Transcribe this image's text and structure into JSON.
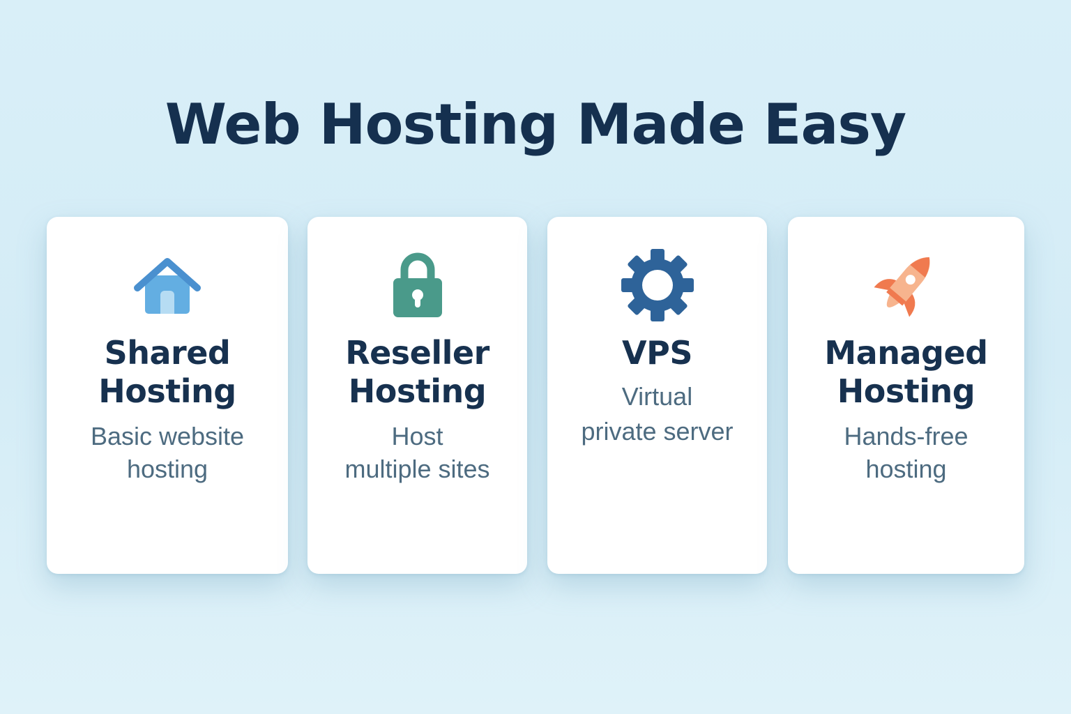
{
  "title": "Web Hosting Made Easy",
  "colors": {
    "title": "#15304f",
    "card_title": "#17314f",
    "card_desc": "#4d6b80",
    "house_icon": "#5aa6dd",
    "lock_icon": "#4a9a8a",
    "gear_icon": "#2e6399",
    "rocket_icon": "#f07a4f"
  },
  "cards": [
    {
      "icon": "house-icon",
      "title_lines": [
        "Shared",
        "Hosting"
      ],
      "desc_lines": [
        "Basic website",
        "hosting"
      ]
    },
    {
      "icon": "lock-icon",
      "title_lines": [
        "Reseller",
        "Hosting"
      ],
      "desc_lines": [
        "Host",
        "multiple sites"
      ]
    },
    {
      "icon": "gear-icon",
      "title_lines": [
        "VPS"
      ],
      "desc_lines": [
        "Virtual",
        "private server"
      ]
    },
    {
      "icon": "rocket-icon",
      "title_lines": [
        "Managed",
        "Hosting"
      ],
      "desc_lines": [
        "Hands-free",
        "hosting"
      ]
    }
  ]
}
